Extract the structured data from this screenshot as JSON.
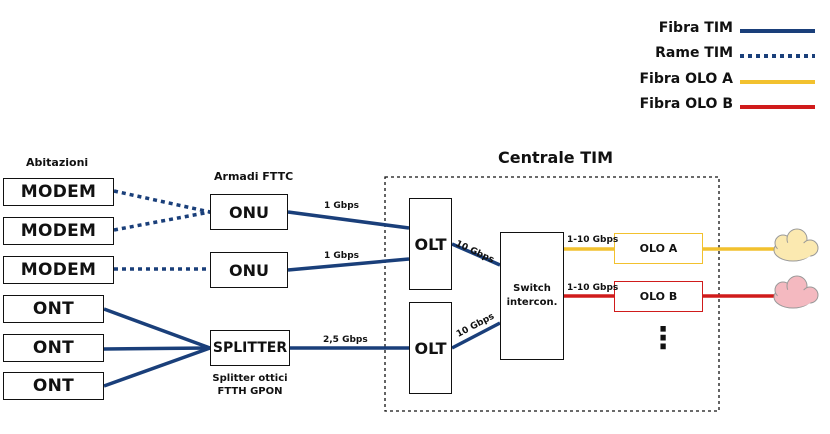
{
  "legend": [
    {
      "label": "Fibra TIM",
      "color": "#1a3f7a",
      "style": "solid"
    },
    {
      "label": "Rame TIM",
      "color": "#1a3f7a",
      "style": "dotted"
    },
    {
      "label": "Fibra OLO A",
      "color": "#f2c12e",
      "style": "solid"
    },
    {
      "label": "Fibra OLO B",
      "color": "#d01b1b",
      "style": "solid"
    }
  ],
  "central_title": "Centrale TIM",
  "abitazioni_label": "Abitazioni",
  "armadi_label": "Armadi FTTC",
  "splitter_caption_1": "Splitter ottici",
  "splitter_caption_2": "FTTH GPON",
  "houses": [
    "MODEM",
    "MODEM",
    "MODEM",
    "ONT",
    "ONT",
    "ONT"
  ],
  "onu": [
    "ONU",
    "ONU"
  ],
  "splitter": "SPLITTER",
  "olt": [
    "OLT",
    "OLT"
  ],
  "switch_line1": "Switch",
  "switch_line2": "intercon.",
  "olo_a": "OLO A",
  "olo_b": "OLO B",
  "ellipsis": "⋮",
  "speeds": {
    "onu1_olt": "1 Gbps",
    "onu2_olt": "1 Gbps",
    "splitter_olt": "2,5 Gbps",
    "olt1_switch": "10 Gbps",
    "olt2_switch": "10 Gbps",
    "switch_oloa": "1-10 Gbps",
    "switch_olob": "1-10 Gbps"
  }
}
